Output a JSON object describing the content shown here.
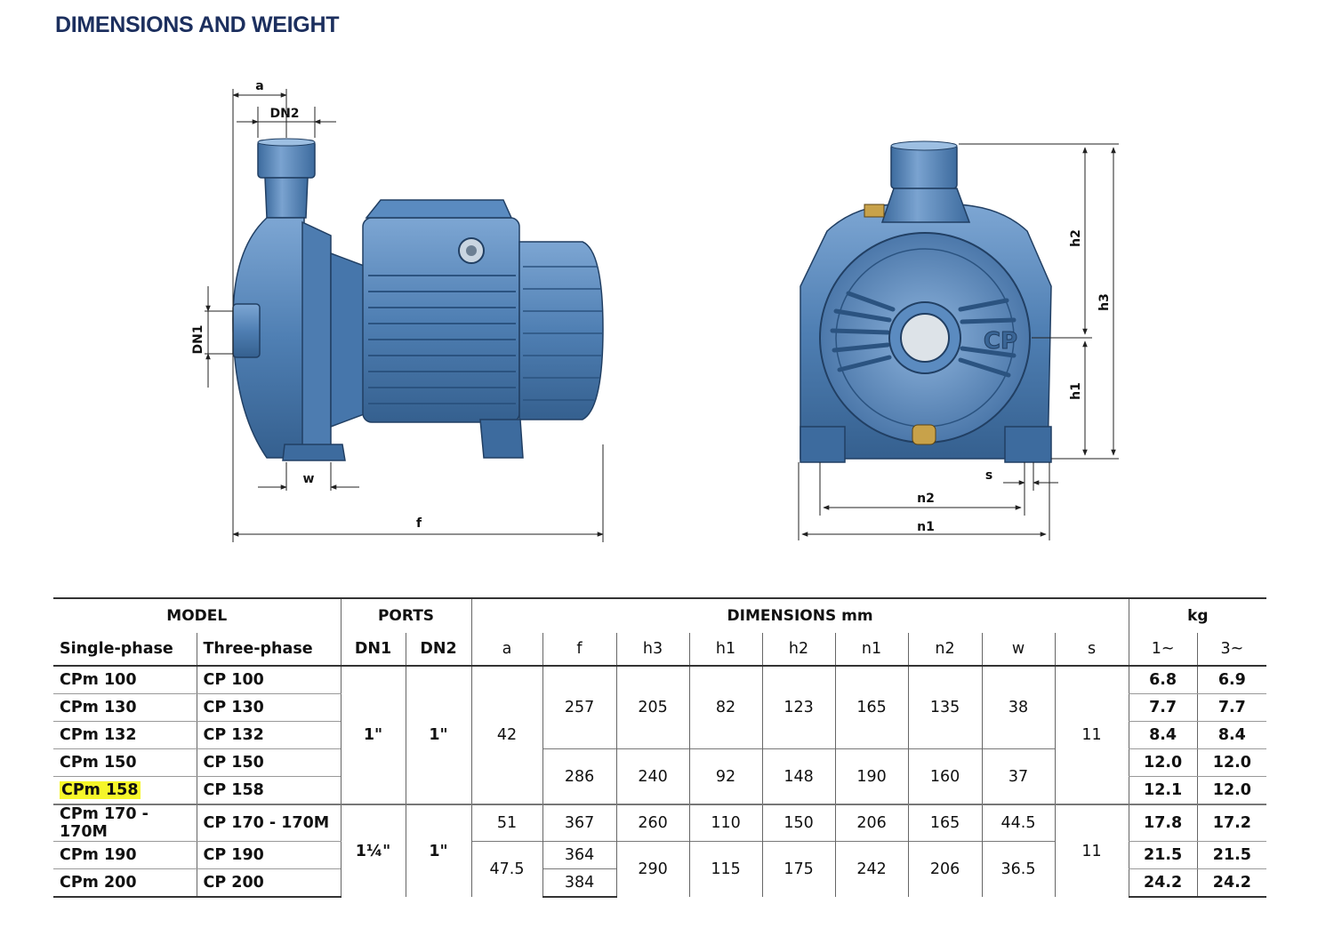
{
  "title": "DIMENSIONS AND WEIGHT",
  "drawing": {
    "labels": {
      "a": "a",
      "dn2": "DN2",
      "dn1": "DN1",
      "w": "w",
      "f": "f",
      "h1": "h1",
      "h2": "h2",
      "h3": "h3",
      "n1": "n1",
      "n2": "n2",
      "s": "s",
      "brand": "CP"
    },
    "pump_color": "#4f7fb3"
  },
  "table": {
    "groups": {
      "model": "MODEL",
      "ports": "PORTS",
      "dimensions": "DIMENSIONS mm",
      "kg": "kg"
    },
    "columns": {
      "single": "Single-phase",
      "three": "Three-phase",
      "dn1": "DN1",
      "dn2": "DN2",
      "a": "a",
      "f": "f",
      "h3": "h3",
      "h1": "h1",
      "h2": "h2",
      "n1": "n1",
      "n2": "n2",
      "w": "w",
      "s": "s",
      "kg1": "1~",
      "kg3": "3~"
    },
    "rows": [
      {
        "single": "CPm 100",
        "three": "CP 100",
        "kg1": "6.8",
        "kg3": "6.9"
      },
      {
        "single": "CPm 130",
        "three": "CP 130",
        "kg1": "7.7",
        "kg3": "7.7"
      },
      {
        "single": "CPm 132",
        "three": "CP 132",
        "kg1": "8.4",
        "kg3": "8.4"
      },
      {
        "single": "CPm 150",
        "three": "CP 150",
        "kg1": "12.0",
        "kg3": "12.0"
      },
      {
        "single": "CPm 158",
        "three": "CP 158",
        "kg1": "12.1",
        "kg3": "12.0",
        "highlight": true
      },
      {
        "single": "CPm 170 - 170M",
        "three": "CP 170 - 170M",
        "kg1": "17.8",
        "kg3": "17.2"
      },
      {
        "single": "CPm 190",
        "three": "CP 190",
        "kg1": "21.5",
        "kg3": "21.5"
      },
      {
        "single": "CPm 200",
        "three": "CP 200",
        "kg1": "24.2",
        "kg3": "24.2"
      }
    ],
    "groupA": {
      "dn1": "1\"",
      "dn2": "1\"",
      "a": "42",
      "s": "11",
      "sub1": {
        "f": "257",
        "h3": "205",
        "h1": "82",
        "h2": "123",
        "n1": "165",
        "n2": "135",
        "w": "38"
      },
      "sub2": {
        "f": "286",
        "h3": "240",
        "h1": "92",
        "h2": "148",
        "n1": "190",
        "n2": "160",
        "w": "37"
      }
    },
    "groupB": {
      "dn1": "1¼\"",
      "dn2": "1\"",
      "s": "11",
      "r170": {
        "a": "51",
        "f": "367",
        "h3": "260",
        "h1": "110",
        "h2": "150",
        "n1": "206",
        "n2": "165",
        "w": "44.5"
      },
      "r190": {
        "f": "364"
      },
      "r200": {
        "f": "384"
      },
      "shared": {
        "a": "47.5",
        "h3": "290",
        "h1": "115",
        "h2": "175",
        "n1": "242",
        "n2": "206",
        "w": "36.5"
      }
    }
  }
}
